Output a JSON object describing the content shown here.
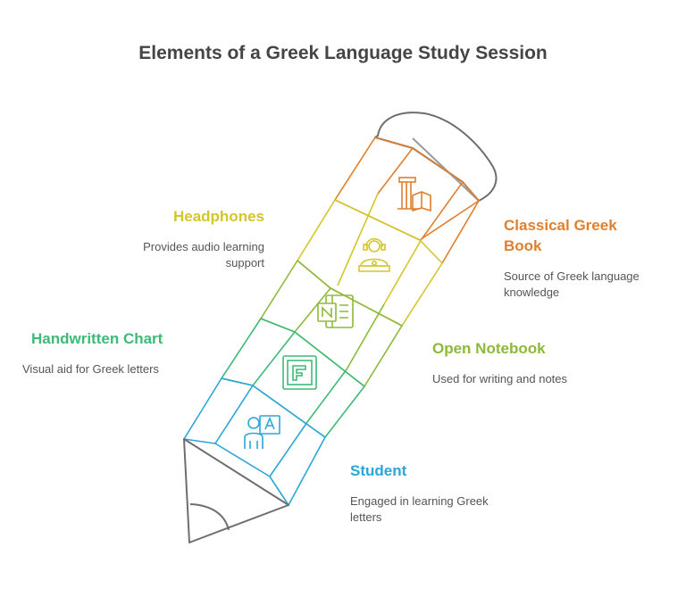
{
  "title": "Elements of a Greek Language Study Session",
  "colors": {
    "book": "#E07F2C",
    "headphones": "#D3C62A",
    "notebook": "#8DB93A",
    "chart": "#3DBA78",
    "student": "#2AA7D8",
    "tip": "#6E6E6E"
  },
  "items": [
    {
      "title": "Classical Greek Book",
      "title_lines": [
        "Classical Greek",
        "Book"
      ],
      "desc": "Source of Greek language knowledge",
      "desc_lines": [
        "Source of Greek language",
        "knowledge"
      ],
      "icon": "pillar-book-icon",
      "color": "#E07F2C"
    },
    {
      "title": "Headphones",
      "title_lines": [
        "Headphones"
      ],
      "desc": "Provides audio learning support",
      "desc_lines": [
        "Provides audio learning",
        "support"
      ],
      "icon": "headset-person-icon",
      "color": "#D3C62A"
    },
    {
      "title": "Open Notebook",
      "title_lines": [
        "Open Notebook"
      ],
      "desc": "Used for writing and notes",
      "desc_lines": [
        "Used for writing and notes"
      ],
      "icon": "notebook-icon",
      "color": "#8DB93A"
    },
    {
      "title": "Handwritten Chart",
      "title_lines": [
        "Handwritten Chart"
      ],
      "desc": "Visual aid for Greek letters",
      "desc_lines": [
        "Visual aid for Greek letters"
      ],
      "icon": "chart-board-icon",
      "color": "#3DBA78"
    },
    {
      "title": "Student",
      "title_lines": [
        "Student"
      ],
      "desc": "Engaged in learning Greek letters",
      "desc_lines": [
        "Engaged in learning Greek",
        "letters"
      ],
      "icon": "student-icon",
      "color": "#2AA7D8"
    }
  ]
}
